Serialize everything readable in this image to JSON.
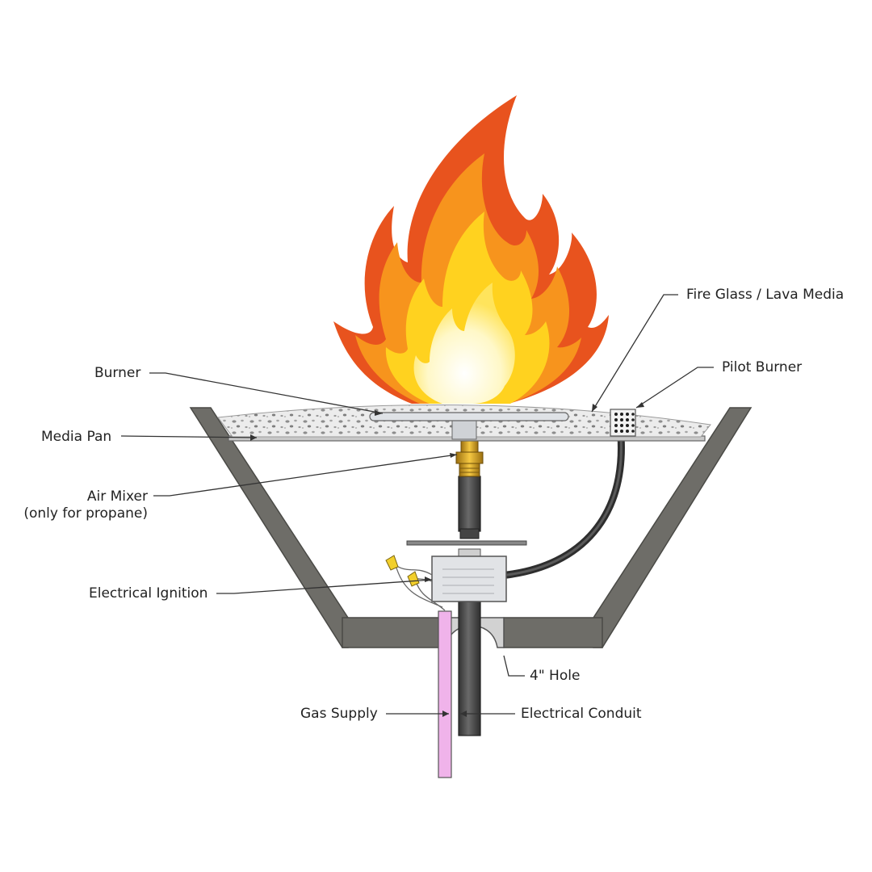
{
  "labels": {
    "fire_glass": "Fire Glass / Lava Media",
    "pilot_burner": "Pilot Burner",
    "burner": "Burner",
    "media_pan": "Media Pan",
    "air_mixer_line1": "Air Mixer",
    "air_mixer_line2": "(only for propane)",
    "electrical_ignition": "Electrical Ignition",
    "hole": "4\" Hole",
    "gas_supply": "Gas Supply",
    "electrical_conduit": "Electrical Conduit"
  },
  "colors": {
    "bowl": "#6e6d68",
    "bowl_outline": "#4a4a46",
    "media": "#e9e9e9",
    "media_speckle": "#8a8a8a",
    "pan": "#c9c9c9",
    "flame_outer": "#e8531e",
    "flame_mid": "#f7941d",
    "flame_inner": "#ffd21f",
    "flame_core": "#fffbe6",
    "gas_pipe": "#f0b3ea",
    "conduit": "#555555",
    "brass": "#d8a31a",
    "ignition_box": "#e1e3e6",
    "hose": "#3a3a3a",
    "leader": "#333333"
  }
}
